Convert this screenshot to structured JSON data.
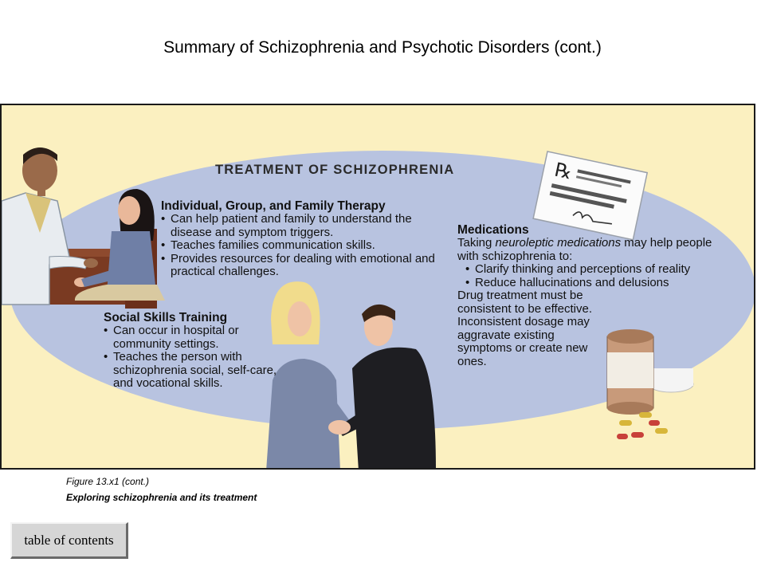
{
  "slide": {
    "title": "Summary of Schizophrenia and Psychotic Disorders (cont.)"
  },
  "figure": {
    "heading": "TREATMENT OF SCHIZOPHRENIA",
    "therapy": {
      "title": "Individual, Group, and Family Therapy",
      "bullets": [
        "Can help patient and family to understand the disease and symptom triggers.",
        "Teaches families communication skills.",
        "Provides resources for dealing with emotional and practical challenges."
      ]
    },
    "social": {
      "title": "Social Skills Training",
      "bullets": [
        "Can occur in hospital or community settings.",
        "Teaches the person with schizophrenia social, self-care, and vocational skills."
      ]
    },
    "medications": {
      "title": "Medications",
      "intro_before": "Taking ",
      "intro_em": "neuroleptic medications",
      "intro_after": " may help people with schizophrenia to:",
      "bullets": [
        "Clarify thinking and perceptions of reality",
        "Reduce hallucinations and delusions"
      ],
      "note": "Drug treatment must be consistent to be effective. Inconsistent dosage may aggravate existing symptoms or create new ones."
    },
    "colors": {
      "background": "#fbf0c0",
      "ellipse": "#b8c3e0",
      "border": "#1a1a1a"
    }
  },
  "captions": {
    "figure_number": "Figure 13.x1 (cont.)",
    "figure_title": "Exploring schizophrenia and its treatment"
  },
  "nav": {
    "toc_label": "table of contents"
  }
}
